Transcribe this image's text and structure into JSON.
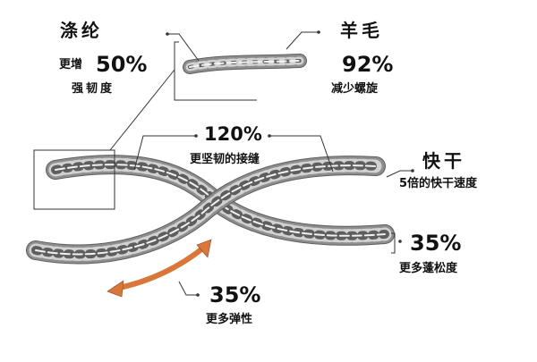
{
  "labels": {
    "polyester": {
      "title": "涤纶",
      "prefix": "更增",
      "value": "50%",
      "desc": "强韧度"
    },
    "wool": {
      "title": "羊毛",
      "value": "92%",
      "desc": "减少螺旋"
    },
    "seam": {
      "value": "120%",
      "desc": "更坚韧的接缝"
    },
    "quick_dry": {
      "title": "快干",
      "desc": "5倍的快干速度"
    },
    "loft": {
      "value": "35%",
      "desc": "更多蓬松度"
    },
    "elasticity": {
      "value": "35%",
      "desc": "更多弹性"
    }
  },
  "colors": {
    "rope": "#8e8e8e",
    "rope_light": "#d2d2d2",
    "rope_dark": "#5e5e5e",
    "arrow": "#d9773a",
    "line": "#333333"
  }
}
